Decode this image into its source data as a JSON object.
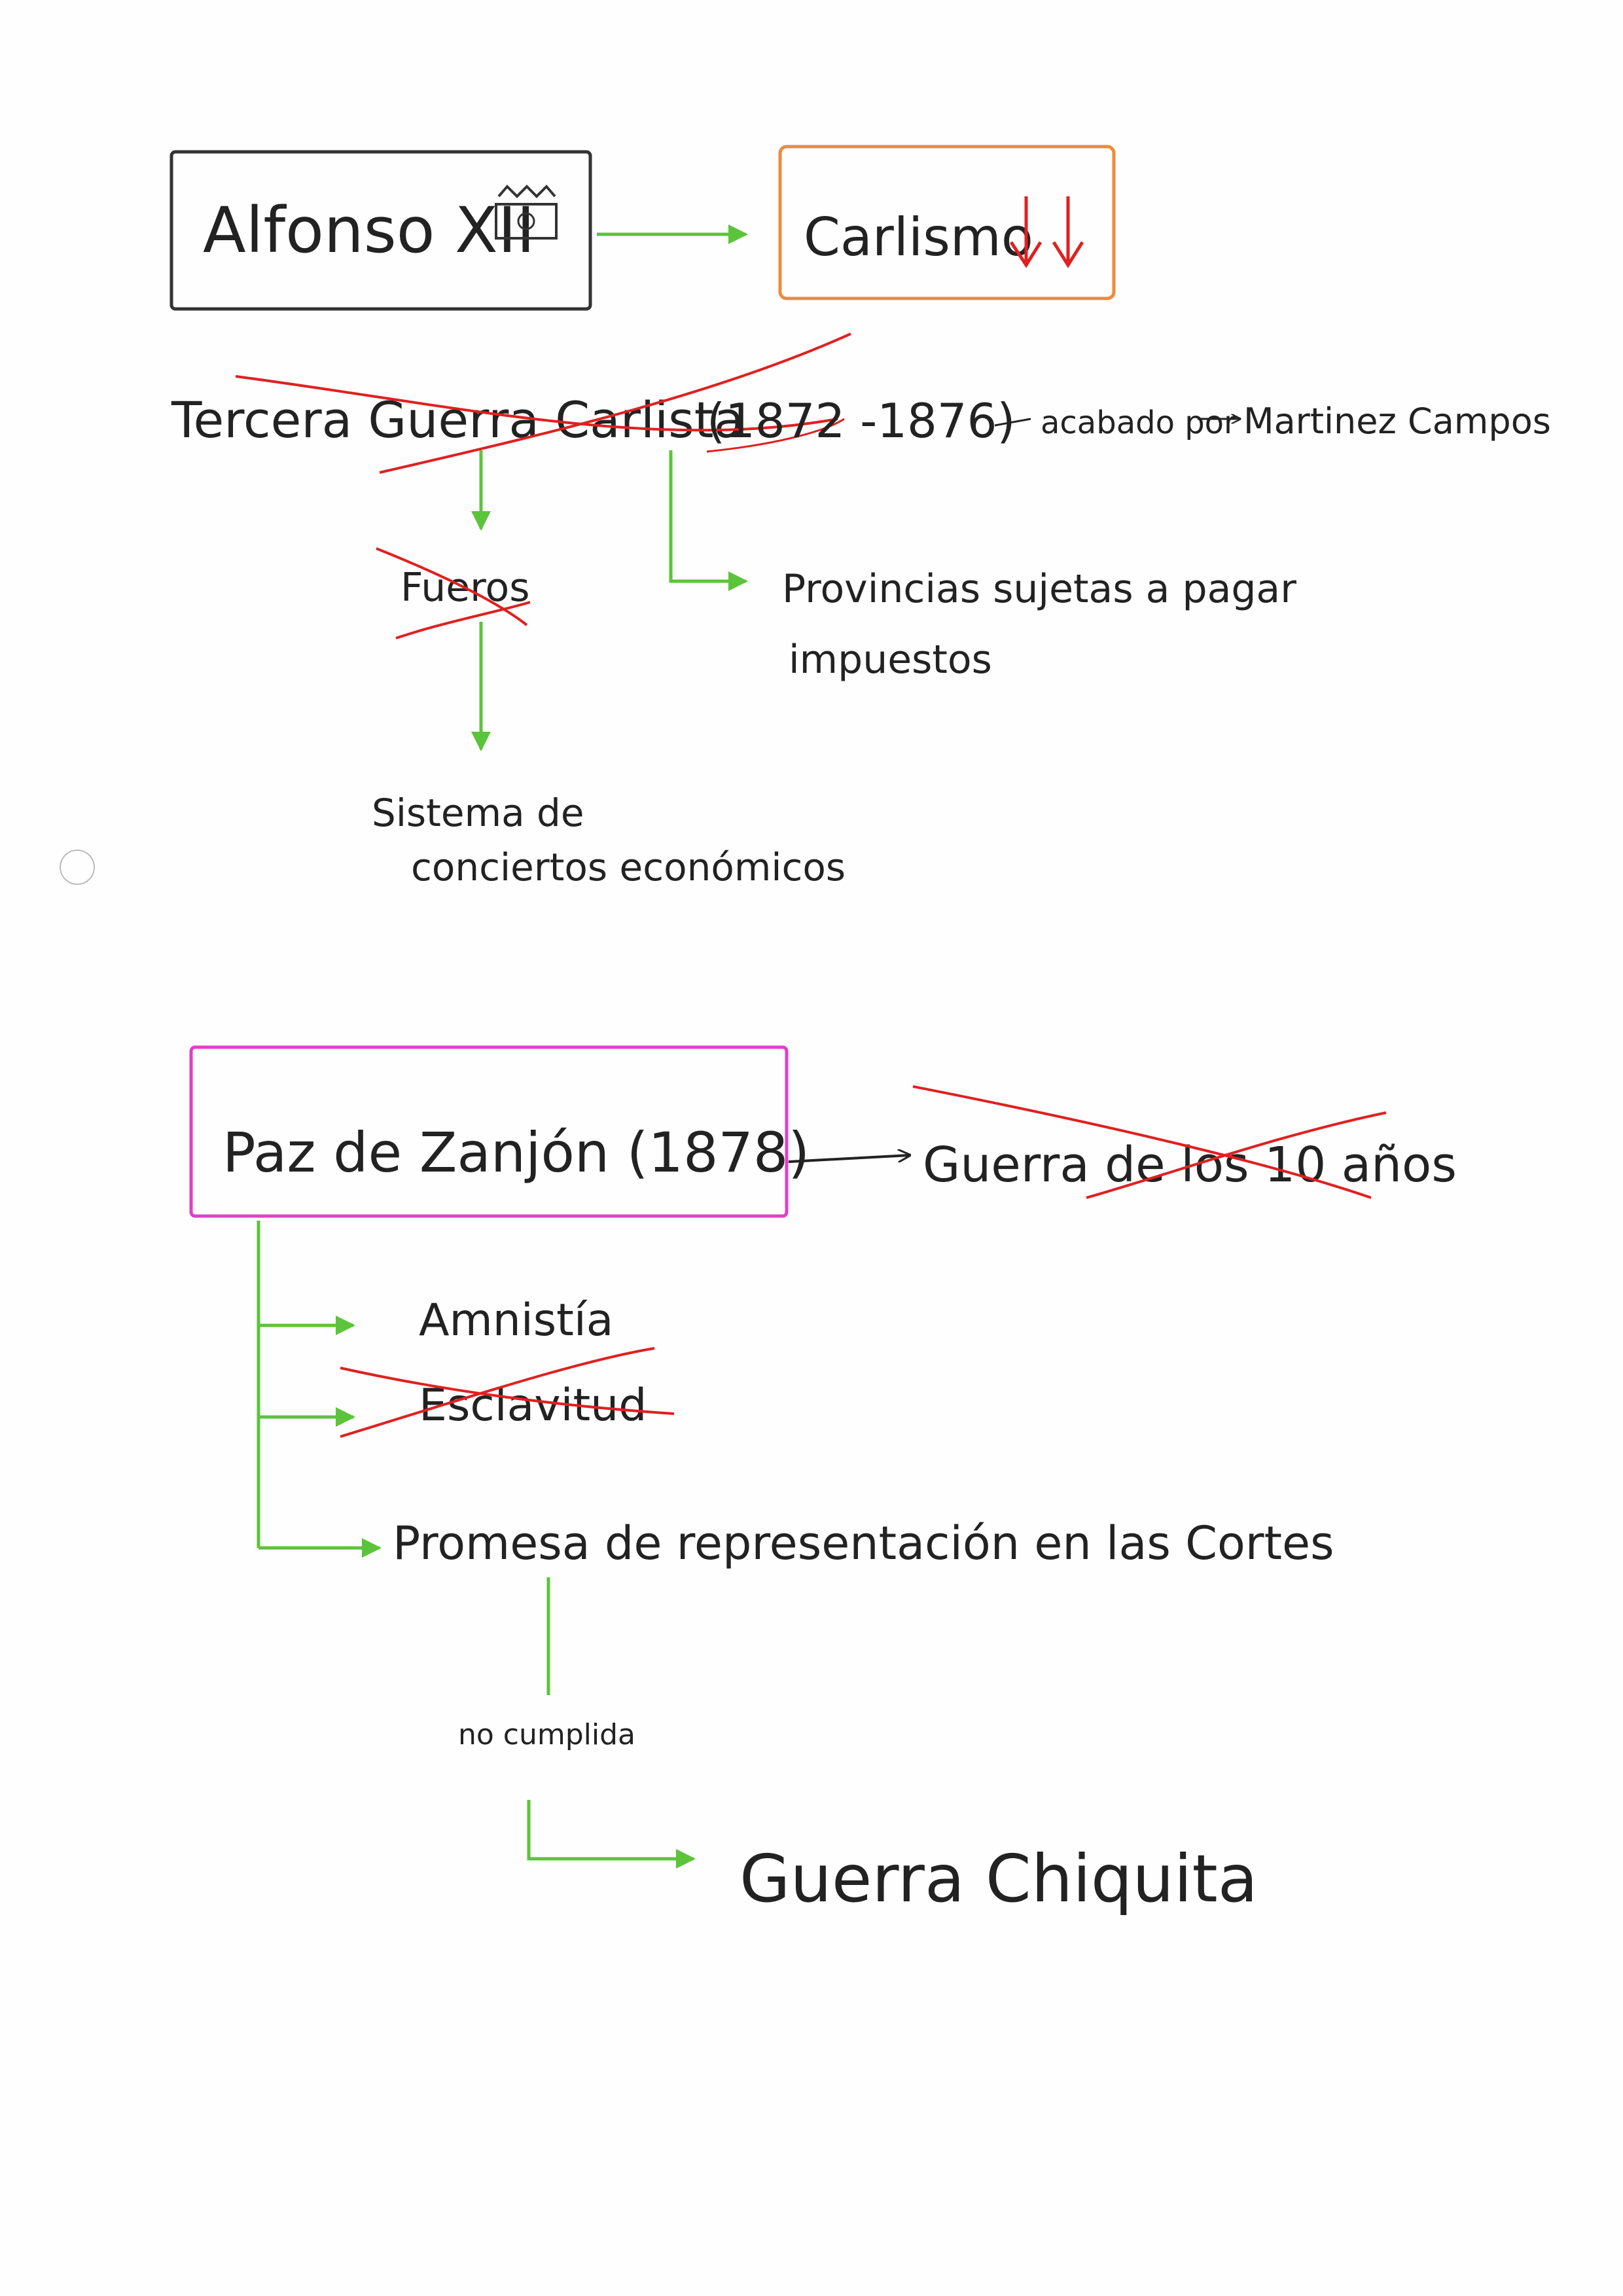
{
  "diagram": {
    "nodes": {
      "alfonso": {
        "text": "Alfonso XII"
      },
      "carlismo": {
        "text": "Carlismo"
      },
      "tercera_guerra": {
        "text": "Tercera Guerra Carlista"
      },
      "tercera_guerra_dates": {
        "text": "(1872 -1876)"
      },
      "acabado_por": {
        "text": "acabado por"
      },
      "martinez_campos": {
        "text": "Martinez Campos"
      },
      "fueros": {
        "text": "Fueros"
      },
      "provincias": {
        "line1": "Provincias sujetas a pagar",
        "line2": "impuestos"
      },
      "sistema": {
        "line1": "Sistema de",
        "line2": "conciertos económicos"
      },
      "paz_zanjon": {
        "text": "Paz de Zanjón (1878)"
      },
      "guerra_10": {
        "text": "Guerra de los 10 años"
      },
      "amnistia": {
        "text": "Amnistía"
      },
      "esclavitud": {
        "text": "Esclavitud"
      },
      "promesa": {
        "text": "Promesa de representación en las Cortes"
      },
      "no_cumplida": {
        "text": "no cumplida"
      },
      "guerra_chiquita": {
        "text": "Guerra Chiquita"
      }
    },
    "colors": {
      "ink": "#222222",
      "box_alfonso": "#333333",
      "box_carlismo": "#f08a3c",
      "box_paz": "#e040c8",
      "arrow_green": "#5cc43a",
      "strike_red": "#e02020",
      "down_arrow_red": "#e02020"
    },
    "icons": [
      "crown-icon",
      "down-arrow-icon"
    ]
  }
}
